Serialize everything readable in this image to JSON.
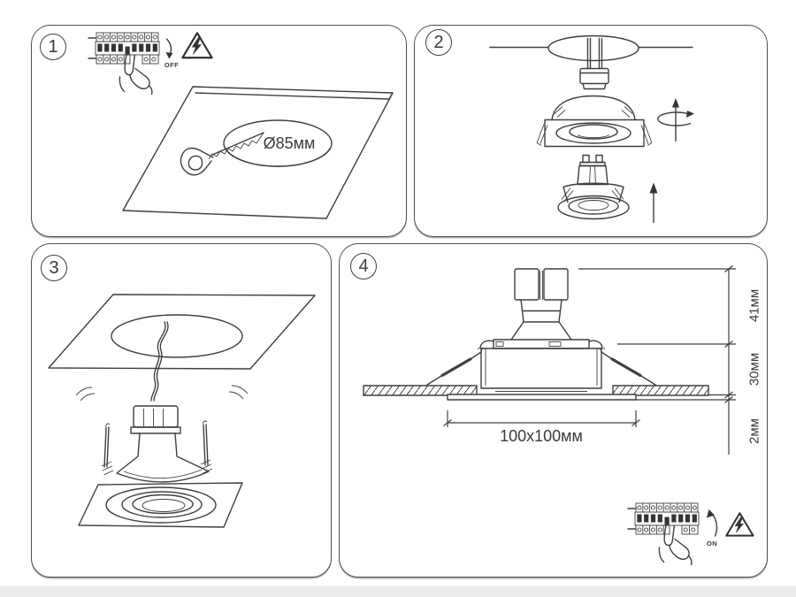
{
  "sheet": {
    "background": "#ffffff",
    "line_color": "#3f3f3f",
    "footer_color": "#ececec"
  },
  "steps": [
    {
      "number": "1",
      "switch_label": "OFF",
      "hole_label": "Ø85мм"
    },
    {
      "number": "2"
    },
    {
      "number": "3"
    },
    {
      "number": "4",
      "dim_top": "41мм",
      "dim_mid": "30мм",
      "dim_bottom": "2мм",
      "cutout_label": "100x100мм",
      "switch_label": "ON"
    }
  ]
}
